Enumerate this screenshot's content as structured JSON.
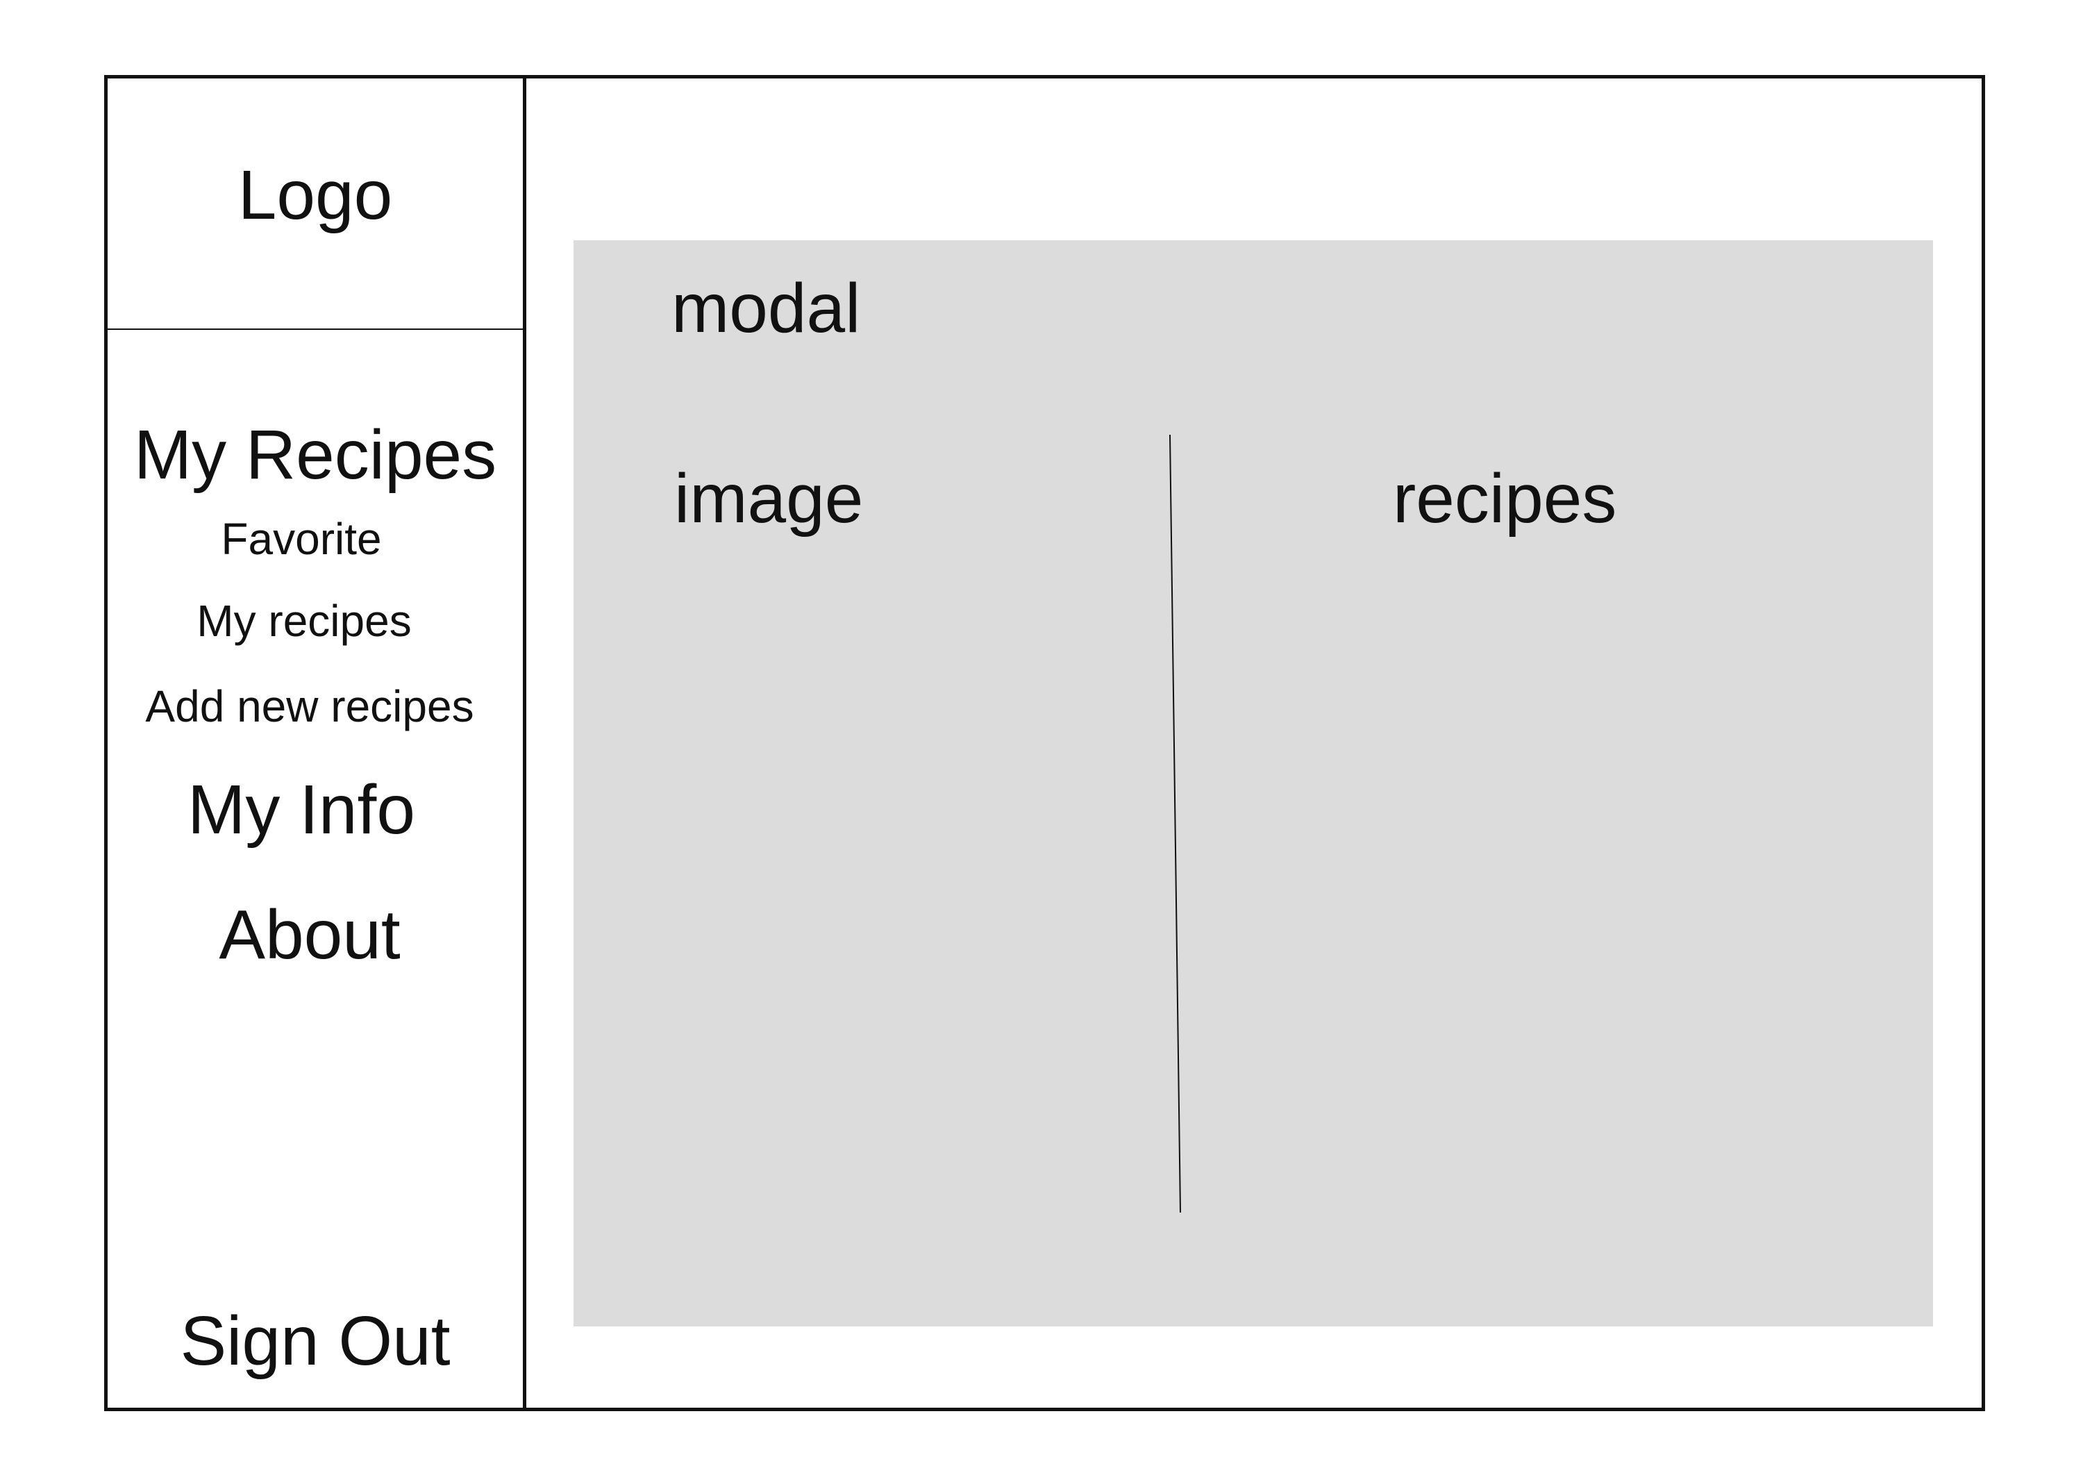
{
  "sidebar": {
    "logo": "Logo",
    "items": [
      {
        "label": "My Recipes"
      },
      {
        "label": "Favorite"
      },
      {
        "label": "My recipes"
      },
      {
        "label": "Add new recipes"
      },
      {
        "label": "My Info"
      },
      {
        "label": "About"
      }
    ],
    "sign_out": "Sign Out"
  },
  "modal": {
    "title": "modal",
    "left_label": "image",
    "right_label": "recipes"
  },
  "colors": {
    "modal_background": "#dcdcdc",
    "border": "#111111"
  }
}
